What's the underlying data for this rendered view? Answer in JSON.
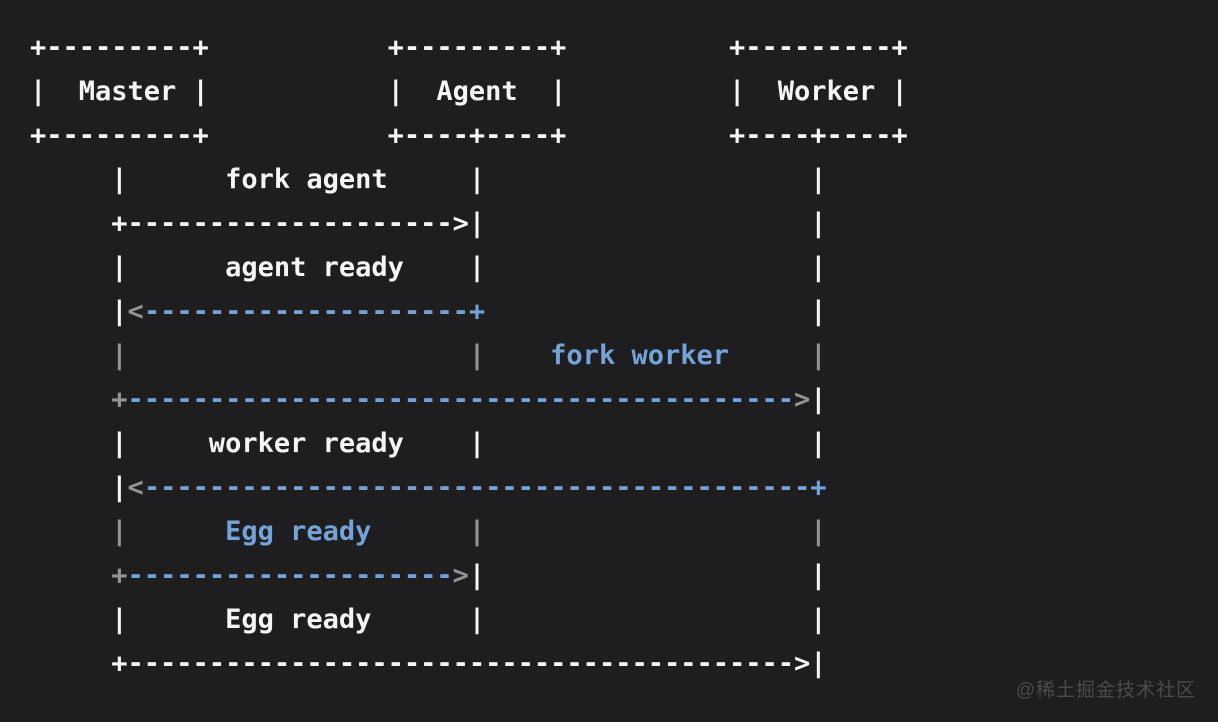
{
  "page": {
    "background": "#1e1e20"
  },
  "palette": {
    "white": "#f5f5f5",
    "gray": "#949494",
    "blue": "#74a3da",
    "watermark_gray": "#4b4b4b"
  },
  "watermark": {
    "text": "@稀土掘金技术社区"
  },
  "diagram": {
    "type": "ascii-sequence-diagram",
    "participants": [
      "Master",
      "Agent",
      "Worker"
    ],
    "messages": [
      {
        "from": "Master",
        "to": "Agent",
        "label": "fork agent",
        "arrow_color": "white"
      },
      {
        "from": "Agent",
        "to": "Master",
        "label": "agent ready",
        "arrow_color": "blue"
      },
      {
        "from": "Master",
        "to": "Worker",
        "label": "fork worker",
        "arrow_color": "blue"
      },
      {
        "from": "Worker",
        "to": "Master",
        "label": "worker ready",
        "arrow_color": "blue"
      },
      {
        "from": "Master",
        "to": "Agent",
        "label": "Egg ready",
        "arrow_color": "blue"
      },
      {
        "from": "Master",
        "to": "Worker",
        "label": "Egg ready",
        "arrow_color": "white"
      }
    ],
    "lines": [
      [
        {
          "t": "+---------+           +---------+          +---------+",
          "c": "w"
        }
      ],
      [
        {
          "t": "|  Master |           |  Agent  |          |  Worker |",
          "c": "w"
        }
      ],
      [
        {
          "t": "+---------+           +----+----+          +----+----+",
          "c": "w"
        }
      ],
      [
        {
          "t": "     |      fork agent     |                    |",
          "c": "w"
        }
      ],
      [
        {
          "t": "     +-------------------->|                    |",
          "c": "w"
        }
      ],
      [
        {
          "t": "     |      agent ready    |                    |",
          "c": "w"
        }
      ],
      [
        {
          "t": "     |",
          "c": "w"
        },
        {
          "t": "<",
          "c": "g"
        },
        {
          "t": "--------------------+",
          "c": "b"
        },
        {
          "t": "                    |",
          "c": "w"
        }
      ],
      [
        {
          "t": "     |                     |    ",
          "c": "g"
        },
        {
          "t": "fork worker",
          "c": "b"
        },
        {
          "t": "     |",
          "c": "g"
        }
      ],
      [
        {
          "t": "     ",
          "c": "w"
        },
        {
          "t": "+",
          "c": "g"
        },
        {
          "t": "-----------------------------------------",
          "c": "b"
        },
        {
          "t": ">",
          "c": "g"
        },
        {
          "t": "|",
          "c": "w"
        }
      ],
      [
        {
          "t": "     |     worker ready    |                    |",
          "c": "w"
        }
      ],
      [
        {
          "t": "     |",
          "c": "w"
        },
        {
          "t": "<",
          "c": "g"
        },
        {
          "t": "-----------------------------------------+",
          "c": "b"
        }
      ],
      [
        {
          "t": "     |      ",
          "c": "g"
        },
        {
          "t": "Egg ready",
          "c": "b"
        },
        {
          "t": "      |                    |",
          "c": "g"
        }
      ],
      [
        {
          "t": "     ",
          "c": "w"
        },
        {
          "t": "+",
          "c": "g"
        },
        {
          "t": "--------------------",
          "c": "b"
        },
        {
          "t": ">",
          "c": "g"
        },
        {
          "t": "|                    |",
          "c": "w"
        }
      ],
      [
        {
          "t": "     |      Egg ready      |                    |",
          "c": "w"
        }
      ],
      [
        {
          "t": "     +----------------------------------------->|",
          "c": "w"
        }
      ]
    ]
  }
}
